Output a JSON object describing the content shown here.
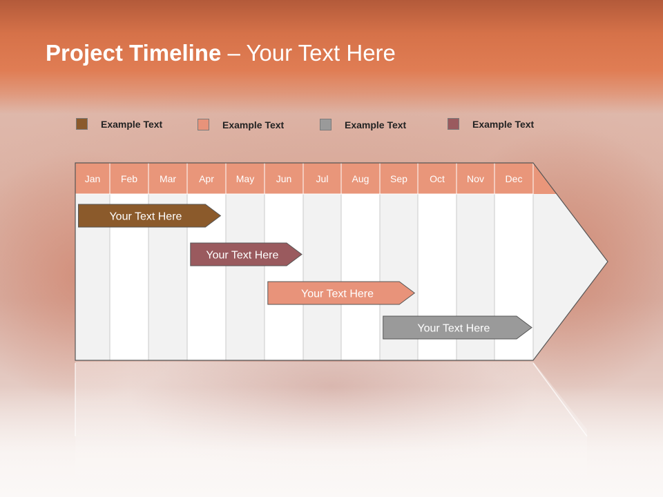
{
  "slide": {
    "title_bold": "Project Timeline",
    "title_rest": " – Your Text Here"
  },
  "legend": [
    {
      "label": "Example Text",
      "color": "#8b5a2b"
    },
    {
      "label": "Example Text",
      "color": "#e8937a"
    },
    {
      "label": "Example Text",
      "color": "#9a9a9a"
    },
    {
      "label": "Example Text",
      "color": "#9a5a5e"
    }
  ],
  "colors": {
    "header_band": "#e07d54",
    "month_header": "#e9967a",
    "column_light": "#f2f2f2",
    "column_white": "#ffffff",
    "grid_line": "#c9c9c9"
  },
  "months": [
    "Jan",
    "Feb",
    "Mar",
    "Apr",
    "May",
    "Jun",
    "Jul",
    "Aug",
    "Sep",
    "Oct",
    "Nov",
    "Dec"
  ],
  "tasks": [
    {
      "label": "Your  Text Here",
      "start_month": 1.05,
      "end_month": 4.9,
      "color": "#8b5a2b"
    },
    {
      "label": "Your  Text Here",
      "start_month": 4.05,
      "end_month": 7.0,
      "color": "#9a5a5e"
    },
    {
      "label": "Your  Text Here",
      "start_month": 6.05,
      "end_month": 9.95,
      "color": "#e8937a"
    },
    {
      "label": "Your  Text Here",
      "start_month": 9.05,
      "end_month": 13.0,
      "color": "#9a9a9a"
    }
  ]
}
